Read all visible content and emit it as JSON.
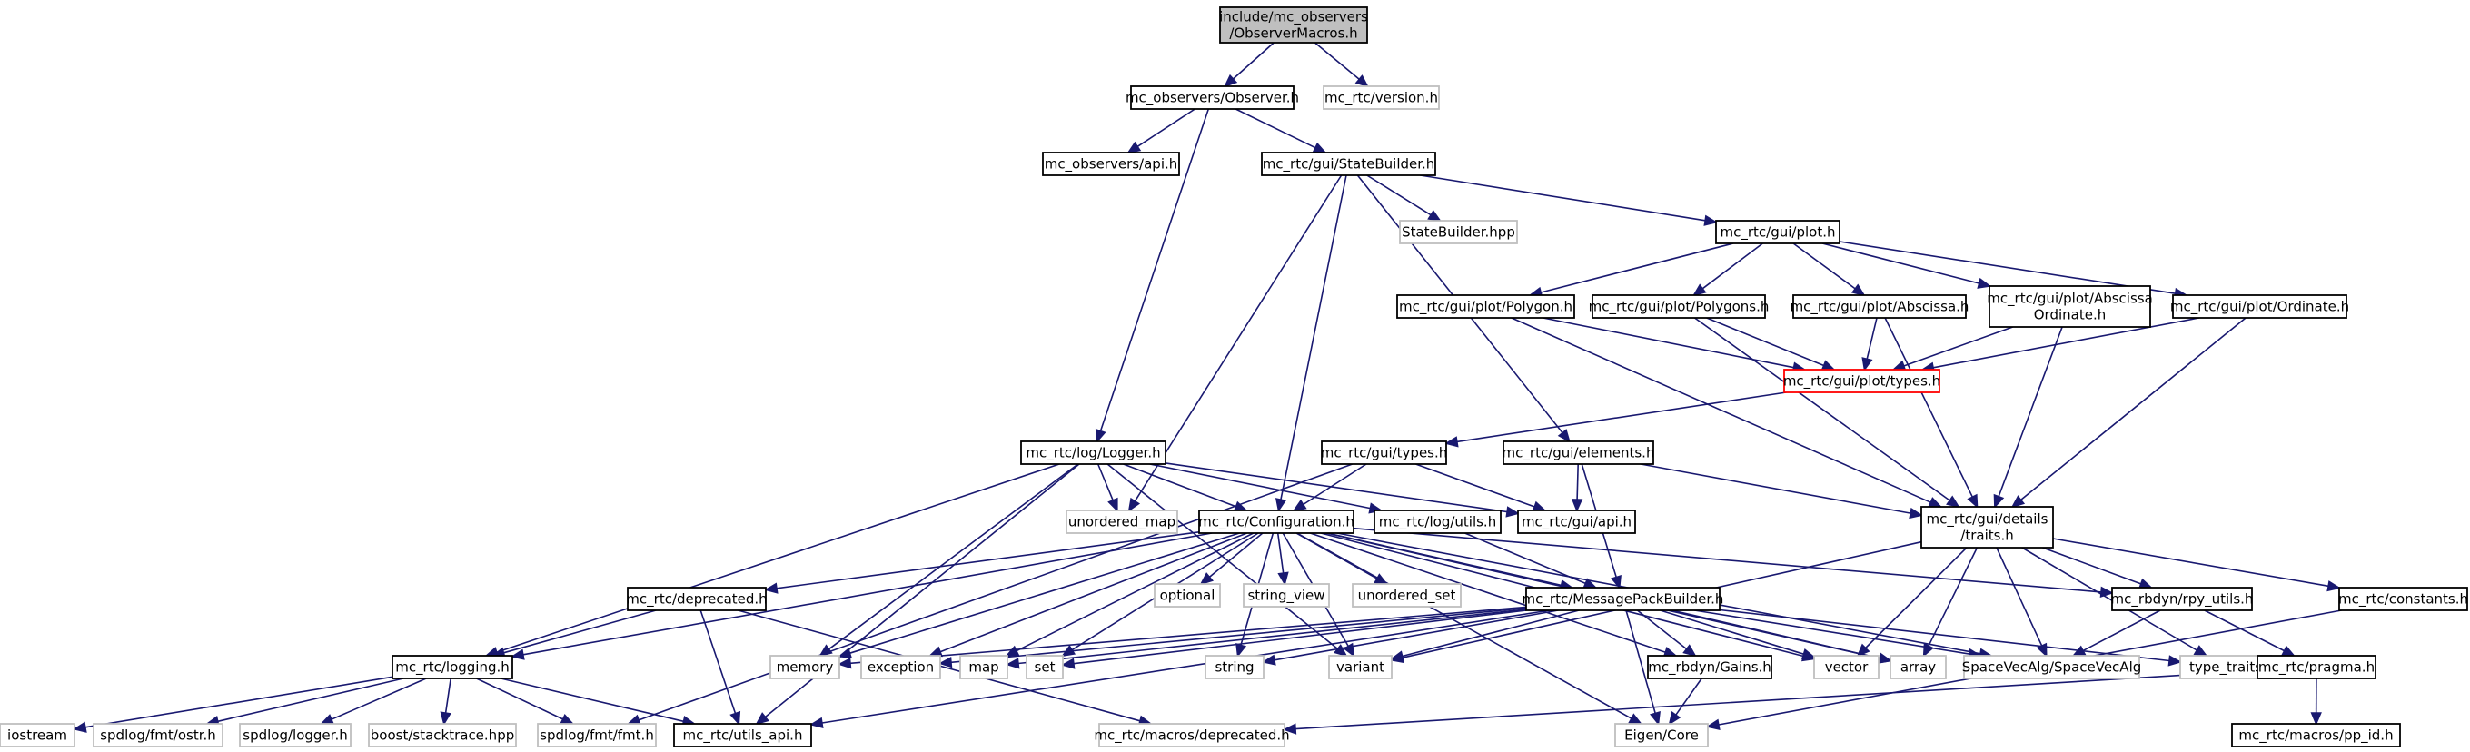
{
  "colors": {
    "edge": "#191970",
    "node_border": "#000000",
    "node_border_external": "#bfbfbf",
    "node_border_highlight": "#ff0000",
    "root_fill": "#bfbfbf",
    "node_fill": "#ffffff"
  },
  "nodes": [
    {
      "id": "root",
      "lines": [
        "include/mc_observers",
        "/ObserverMacros.h"
      ],
      "style": "root"
    },
    {
      "id": "observer_h",
      "lines": [
        "mc_observers/Observer.h"
      ],
      "style": "doc"
    },
    {
      "id": "version_h",
      "lines": [
        "mc_rtc/version.h"
      ],
      "style": "ext"
    },
    {
      "id": "obs_api_h",
      "lines": [
        "mc_observers/api.h"
      ],
      "style": "doc"
    },
    {
      "id": "statebuilder_h",
      "lines": [
        "mc_rtc/gui/StateBuilder.h"
      ],
      "style": "doc"
    },
    {
      "id": "statebuilder_hpp",
      "lines": [
        "StateBuilder.hpp"
      ],
      "style": "ext"
    },
    {
      "id": "plot_h",
      "lines": [
        "mc_rtc/gui/plot.h"
      ],
      "style": "doc"
    },
    {
      "id": "polygon_h",
      "lines": [
        "mc_rtc/gui/plot/Polygon.h"
      ],
      "style": "doc"
    },
    {
      "id": "polygons_h",
      "lines": [
        "mc_rtc/gui/plot/Polygons.h"
      ],
      "style": "doc"
    },
    {
      "id": "abscissa_h",
      "lines": [
        "mc_rtc/gui/plot/Abscissa.h"
      ],
      "style": "doc"
    },
    {
      "id": "absord_h",
      "lines": [
        "mc_rtc/gui/plot/Abscissa",
        "Ordinate.h"
      ],
      "style": "doc"
    },
    {
      "id": "ordinate_h",
      "lines": [
        "mc_rtc/gui/plot/Ordinate.h"
      ],
      "style": "doc"
    },
    {
      "id": "plot_types_h",
      "lines": [
        "mc_rtc/gui/plot/types.h"
      ],
      "style": "highlight"
    },
    {
      "id": "logger_h",
      "lines": [
        "mc_rtc/log/Logger.h"
      ],
      "style": "doc"
    },
    {
      "id": "gui_types_h",
      "lines": [
        "mc_rtc/gui/types.h"
      ],
      "style": "doc"
    },
    {
      "id": "elements_h",
      "lines": [
        "mc_rtc/gui/elements.h"
      ],
      "style": "doc"
    },
    {
      "id": "traits_h",
      "lines": [
        "mc_rtc/gui/details",
        "/traits.h"
      ],
      "style": "doc"
    },
    {
      "id": "unordered_map",
      "lines": [
        "unordered_map"
      ],
      "style": "ext"
    },
    {
      "id": "configuration_h",
      "lines": [
        "mc_rtc/Configuration.h"
      ],
      "style": "doc"
    },
    {
      "id": "log_utils_h",
      "lines": [
        "mc_rtc/log/utils.h"
      ],
      "style": "doc"
    },
    {
      "id": "gui_api_h",
      "lines": [
        "mc_rtc/gui/api.h"
      ],
      "style": "doc"
    },
    {
      "id": "optional",
      "lines": [
        "optional"
      ],
      "style": "ext"
    },
    {
      "id": "string_view",
      "lines": [
        "string_view"
      ],
      "style": "ext"
    },
    {
      "id": "unordered_set",
      "lines": [
        "unordered_set"
      ],
      "style": "ext"
    },
    {
      "id": "deprecated_h",
      "lines": [
        "mc_rtc/deprecated.h"
      ],
      "style": "doc"
    },
    {
      "id": "msgpack_h",
      "lines": [
        "mc_rtc/MessagePackBuilder.h"
      ],
      "style": "doc"
    },
    {
      "id": "rpy_utils_h",
      "lines": [
        "mc_rbdyn/rpy_utils.h"
      ],
      "style": "doc"
    },
    {
      "id": "constants_h",
      "lines": [
        "mc_rtc/constants.h"
      ],
      "style": "doc"
    },
    {
      "id": "logging_h",
      "lines": [
        "mc_rtc/logging.h"
      ],
      "style": "doc"
    },
    {
      "id": "memory",
      "lines": [
        "memory"
      ],
      "style": "ext"
    },
    {
      "id": "exception",
      "lines": [
        "exception"
      ],
      "style": "ext"
    },
    {
      "id": "map",
      "lines": [
        "map"
      ],
      "style": "ext"
    },
    {
      "id": "set",
      "lines": [
        "set"
      ],
      "style": "ext"
    },
    {
      "id": "string",
      "lines": [
        "string"
      ],
      "style": "ext"
    },
    {
      "id": "variant",
      "lines": [
        "variant"
      ],
      "style": "ext"
    },
    {
      "id": "gains_h",
      "lines": [
        "mc_rbdyn/Gains.h"
      ],
      "style": "doc"
    },
    {
      "id": "vector",
      "lines": [
        "vector"
      ],
      "style": "ext"
    },
    {
      "id": "array",
      "lines": [
        "array"
      ],
      "style": "ext"
    },
    {
      "id": "spacevecalg",
      "lines": [
        "SpaceVecAlg/SpaceVecAlg"
      ],
      "style": "ext"
    },
    {
      "id": "type_traits",
      "lines": [
        "type_traits"
      ],
      "style": "ext"
    },
    {
      "id": "pragma_h",
      "lines": [
        "mc_rtc/pragma.h"
      ],
      "style": "doc"
    },
    {
      "id": "iostream",
      "lines": [
        "iostream"
      ],
      "style": "ext"
    },
    {
      "id": "ostr_h",
      "lines": [
        "spdlog/fmt/ostr.h"
      ],
      "style": "ext"
    },
    {
      "id": "spdlog_logger_h",
      "lines": [
        "spdlog/logger.h"
      ],
      "style": "ext"
    },
    {
      "id": "stacktrace_hpp",
      "lines": [
        "boost/stacktrace.hpp"
      ],
      "style": "ext"
    },
    {
      "id": "fmt_h",
      "lines": [
        "spdlog/fmt/fmt.h"
      ],
      "style": "ext"
    },
    {
      "id": "utils_api_h",
      "lines": [
        "mc_rtc/utils_api.h"
      ],
      "style": "doc"
    },
    {
      "id": "macros_deprecated_h",
      "lines": [
        "mc_rtc/macros/deprecated.h"
      ],
      "style": "ext"
    },
    {
      "id": "eigen_core",
      "lines": [
        "Eigen/Core"
      ],
      "style": "ext"
    },
    {
      "id": "pp_id_h",
      "lines": [
        "mc_rtc/macros/pp_id.h"
      ],
      "style": "doc"
    }
  ],
  "edges": [
    [
      "root",
      "observer_h"
    ],
    [
      "root",
      "version_h"
    ],
    [
      "observer_h",
      "obs_api_h"
    ],
    [
      "observer_h",
      "statebuilder_h"
    ],
    [
      "observer_h",
      "logger_h"
    ],
    [
      "statebuilder_h",
      "statebuilder_hpp"
    ],
    [
      "statebuilder_h",
      "plot_h"
    ],
    [
      "statebuilder_h",
      "elements_h"
    ],
    [
      "statebuilder_h",
      "configuration_h"
    ],
    [
      "statebuilder_h",
      "unordered_map"
    ],
    [
      "plot_h",
      "polygon_h"
    ],
    [
      "plot_h",
      "polygons_h"
    ],
    [
      "plot_h",
      "abscissa_h"
    ],
    [
      "plot_h",
      "absord_h"
    ],
    [
      "plot_h",
      "ordinate_h"
    ],
    [
      "polygon_h",
      "plot_types_h"
    ],
    [
      "polygon_h",
      "traits_h"
    ],
    [
      "polygons_h",
      "plot_types_h"
    ],
    [
      "polygons_h",
      "traits_h"
    ],
    [
      "abscissa_h",
      "plot_types_h"
    ],
    [
      "abscissa_h",
      "traits_h"
    ],
    [
      "absord_h",
      "plot_types_h"
    ],
    [
      "absord_h",
      "traits_h"
    ],
    [
      "ordinate_h",
      "plot_types_h"
    ],
    [
      "ordinate_h",
      "traits_h"
    ],
    [
      "plot_types_h",
      "gui_types_h"
    ],
    [
      "logger_h",
      "unordered_map"
    ],
    [
      "logger_h",
      "configuration_h"
    ],
    [
      "logger_h",
      "log_utils_h"
    ],
    [
      "logger_h",
      "logging_h"
    ],
    [
      "logger_h",
      "memory"
    ],
    [
      "logger_h",
      "utils_api_h"
    ],
    [
      "logger_h",
      "variant"
    ],
    [
      "logger_h",
      "gui_api_h"
    ],
    [
      "gui_types_h",
      "configuration_h"
    ],
    [
      "gui_types_h",
      "gui_api_h"
    ],
    [
      "gui_types_h",
      "fmt_h"
    ],
    [
      "elements_h",
      "gui_api_h"
    ],
    [
      "elements_h",
      "traits_h"
    ],
    [
      "elements_h",
      "msgpack_h"
    ],
    [
      "traits_h",
      "variant"
    ],
    [
      "traits_h",
      "vector"
    ],
    [
      "traits_h",
      "array"
    ],
    [
      "traits_h",
      "spacevecalg"
    ],
    [
      "traits_h",
      "rpy_utils_h"
    ],
    [
      "traits_h",
      "constants_h"
    ],
    [
      "traits_h",
      "type_traits"
    ],
    [
      "configuration_h",
      "optional"
    ],
    [
      "configuration_h",
      "string_view"
    ],
    [
      "configuration_h",
      "unordered_set"
    ],
    [
      "configuration_h",
      "deprecated_h"
    ],
    [
      "configuration_h",
      "msgpack_h"
    ],
    [
      "configuration_h",
      "rpy_utils_h"
    ],
    [
      "configuration_h",
      "logging_h"
    ],
    [
      "configuration_h",
      "memory"
    ],
    [
      "configuration_h",
      "exception"
    ],
    [
      "configuration_h",
      "map"
    ],
    [
      "configuration_h",
      "set"
    ],
    [
      "configuration_h",
      "string"
    ],
    [
      "configuration_h",
      "variant"
    ],
    [
      "configuration_h",
      "vector"
    ],
    [
      "configuration_h",
      "array"
    ],
    [
      "configuration_h",
      "spacevecalg"
    ],
    [
      "configuration_h",
      "gains_h"
    ],
    [
      "configuration_h",
      "eigen_core"
    ],
    [
      "log_utils_h",
      "msgpack_h"
    ],
    [
      "deprecated_h",
      "logging_h"
    ],
    [
      "deprecated_h",
      "utils_api_h"
    ],
    [
      "deprecated_h",
      "macros_deprecated_h"
    ],
    [
      "msgpack_h",
      "memory"
    ],
    [
      "msgpack_h",
      "exception"
    ],
    [
      "msgpack_h",
      "map"
    ],
    [
      "msgpack_h",
      "set"
    ],
    [
      "msgpack_h",
      "string"
    ],
    [
      "msgpack_h",
      "variant"
    ],
    [
      "msgpack_h",
      "gains_h"
    ],
    [
      "msgpack_h",
      "vector"
    ],
    [
      "msgpack_h",
      "array"
    ],
    [
      "msgpack_h",
      "spacevecalg"
    ],
    [
      "msgpack_h",
      "type_traits"
    ],
    [
      "msgpack_h",
      "eigen_core"
    ],
    [
      "msgpack_h",
      "utils_api_h"
    ],
    [
      "rpy_utils_h",
      "spacevecalg"
    ],
    [
      "rpy_utils_h",
      "pragma_h"
    ],
    [
      "constants_h",
      "eigen_core"
    ],
    [
      "gains_h",
      "eigen_core"
    ],
    [
      "pragma_h",
      "macros_deprecated_h"
    ],
    [
      "pragma_h",
      "pp_id_h"
    ],
    [
      "logging_h",
      "iostream"
    ],
    [
      "logging_h",
      "ostr_h"
    ],
    [
      "logging_h",
      "spdlog_logger_h"
    ],
    [
      "logging_h",
      "stacktrace_hpp"
    ],
    [
      "logging_h",
      "fmt_h"
    ],
    [
      "logging_h",
      "utils_api_h"
    ]
  ]
}
